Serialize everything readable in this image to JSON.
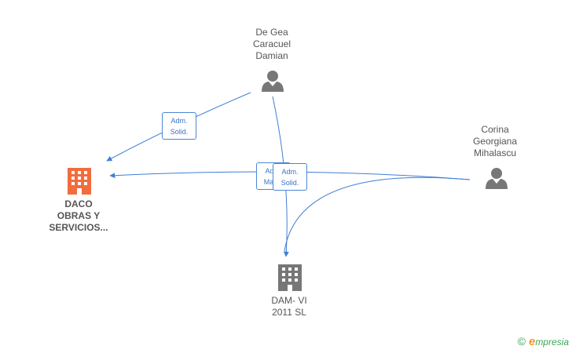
{
  "nodes": {
    "degea": {
      "label": "De Gea\nCaracuel\nDamian",
      "type": "person",
      "icon": "person-icon",
      "color": "#777777"
    },
    "corina": {
      "label": "Corina\nGeorgiana\nMihalascu",
      "type": "person",
      "icon": "person-icon",
      "color": "#777777"
    },
    "daco": {
      "label": "DACO\nOBRAS Y\nSERVICIOS...",
      "type": "company",
      "icon": "building-icon",
      "color": "#f26c3c"
    },
    "damvi": {
      "label": "DAM- VI\n2011 SL",
      "type": "company",
      "icon": "building-icon",
      "color": "#777777"
    }
  },
  "edges": [
    {
      "from": "degea",
      "to": "daco",
      "tag_line1": "Adm.",
      "tag_line2": "Solid."
    },
    {
      "from": "corina",
      "to": "daco",
      "tag_line1": "Adm.",
      "tag_line2": "Manc."
    },
    {
      "from": "degea",
      "to": "damvi",
      "tag_line1": "Adm.",
      "tag_line2": "Solid."
    },
    {
      "from": "corina",
      "to": "damvi",
      "tag_line1": "Adm.",
      "tag_line2": "Solid."
    }
  ],
  "colors": {
    "edge": "#3f7fd4"
  },
  "brand": {
    "copyright": "©",
    "initial": "e",
    "name": "mpresia"
  }
}
